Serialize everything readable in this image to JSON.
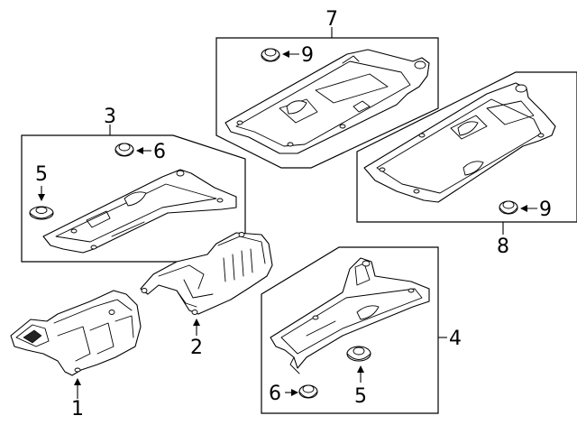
{
  "callouts": {
    "c1": "1",
    "c2": "2",
    "c3": "3",
    "c4": "4",
    "c5_left": "5",
    "c5_bottom": "5",
    "c6_upper": "6",
    "c6_lower": "6",
    "c7": "7",
    "c8": "8",
    "c9_upper": "9",
    "c9_lower": "9"
  },
  "colors": {
    "line": "#000000",
    "background": "#ffffff"
  }
}
